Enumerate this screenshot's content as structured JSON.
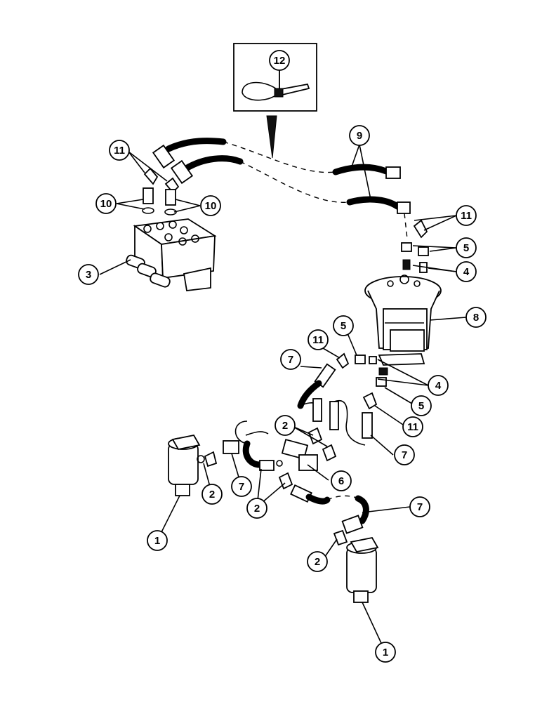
{
  "callouts": [
    {
      "id": "c12a",
      "label": "12"
    },
    {
      "id": "c11a",
      "label": "11"
    },
    {
      "id": "c10a",
      "label": "10"
    },
    {
      "id": "c10b",
      "label": "10"
    },
    {
      "id": "c9",
      "label": "9"
    },
    {
      "id": "c11b",
      "label": "11"
    },
    {
      "id": "c5a",
      "label": "5"
    },
    {
      "id": "c4a",
      "label": "4"
    },
    {
      "id": "c3",
      "label": "3"
    },
    {
      "id": "c8",
      "label": "8"
    },
    {
      "id": "c11c",
      "label": "11"
    },
    {
      "id": "c5b",
      "label": "5"
    },
    {
      "id": "c7a",
      "label": "7"
    },
    {
      "id": "c4b",
      "label": "4"
    },
    {
      "id": "c5c",
      "label": "5"
    },
    {
      "id": "c2a",
      "label": "2"
    },
    {
      "id": "c11d",
      "label": "11"
    },
    {
      "id": "c7b",
      "label": "7"
    },
    {
      "id": "c6",
      "label": "6"
    },
    {
      "id": "c2b",
      "label": "2"
    },
    {
      "id": "c7c",
      "label": "7"
    },
    {
      "id": "c2c",
      "label": "2"
    },
    {
      "id": "c7d",
      "label": "7"
    },
    {
      "id": "c1a",
      "label": "1"
    },
    {
      "id": "c2d",
      "label": "2"
    },
    {
      "id": "c1b",
      "label": "1"
    }
  ]
}
